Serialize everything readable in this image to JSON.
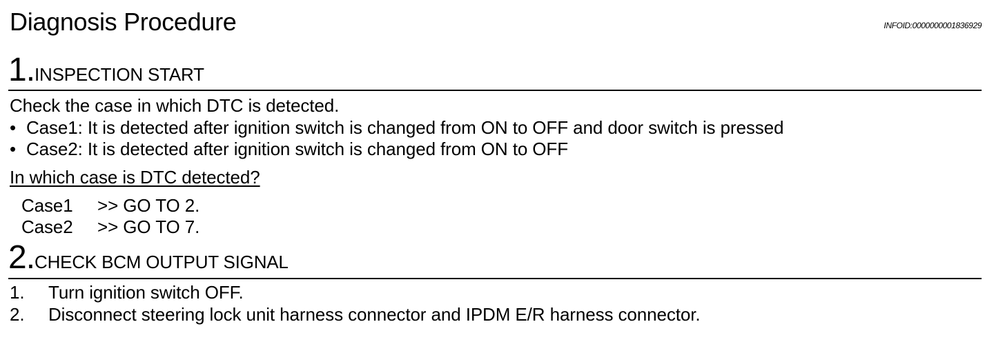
{
  "header": {
    "title": "Diagnosis Procedure",
    "info_id": "INFOID:0000000001836929"
  },
  "step1": {
    "number": "1.",
    "title": "INSPECTION START",
    "intro": "Check the case in which DTC is detected.",
    "bullets": [
      {
        "dot": "•",
        "text": "Case1: It is detected after ignition switch is changed from ON to OFF and door switch is pressed"
      },
      {
        "dot": "•",
        "text": "Case2: It is detected after ignition switch is changed from ON to OFF"
      }
    ],
    "question": "In which case is DTC detected?",
    "answers": [
      {
        "label": "Case1",
        "action": ">> GO TO 2."
      },
      {
        "label": "Case2",
        "action": ">> GO TO 7."
      }
    ]
  },
  "step2": {
    "number": "2.",
    "title": "CHECK BCM OUTPUT SIGNAL",
    "items": [
      {
        "num": "1.",
        "text": "Turn ignition switch OFF."
      },
      {
        "num": "2.",
        "text": "Disconnect steering lock unit harness connector and IPDM E/R harness connector."
      }
    ]
  }
}
